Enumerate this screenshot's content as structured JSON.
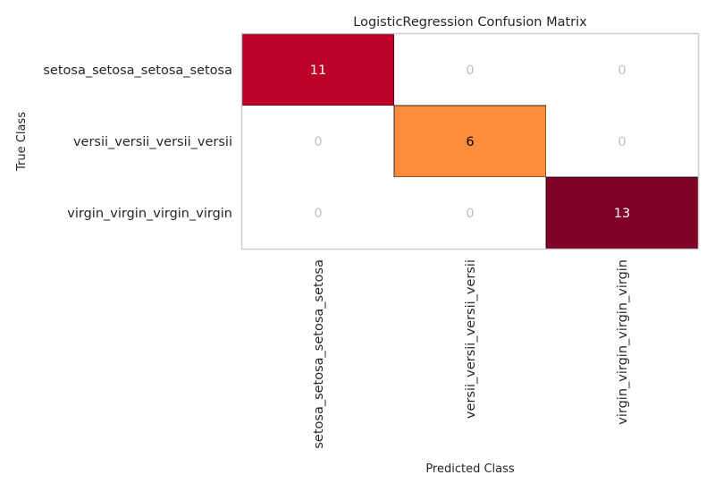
{
  "chart_data": {
    "type": "heatmap",
    "title": "LogisticRegression Confusion Matrix",
    "xlabel": "Predicted Class",
    "ylabel": "True Class",
    "classes": [
      "setosa_setosa_setosa_setosa",
      "versii_versii_versii_versii",
      "virgin_virgin_virgin_virgin"
    ],
    "matrix": [
      [
        11,
        0,
        0
      ],
      [
        0,
        6,
        0
      ],
      [
        0,
        0,
        13
      ]
    ],
    "cell_colors": [
      [
        "#bd0026",
        "#ffffff",
        "#ffffff"
      ],
      [
        "#ffffff",
        "#fd8d3c",
        "#ffffff"
      ],
      [
        "#ffffff",
        "#ffffff",
        "#800026"
      ]
    ],
    "zero_text_color": "#bfbfbf",
    "dark_cell_text_color": "#ffffff",
    "light_cell_text_color": "#000000",
    "grid": false
  }
}
